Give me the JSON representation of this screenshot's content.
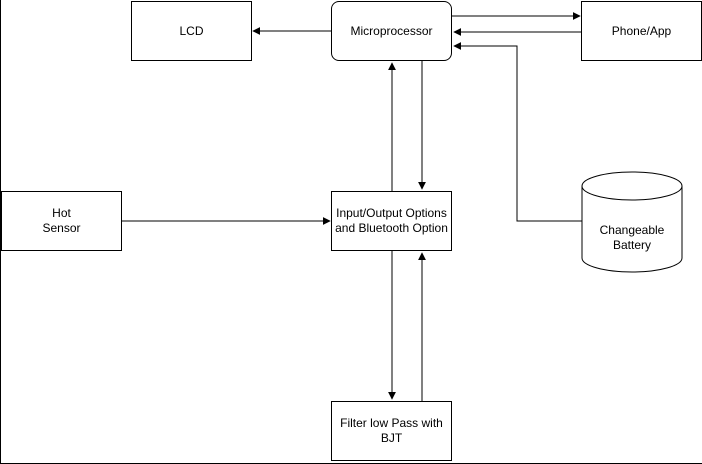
{
  "nodes": {
    "lcd": "LCD",
    "microprocessor": "Microprocessor",
    "phone_app": "Phone/App",
    "hot_sensor": "Hot\nSensor",
    "io_options": "Input/Output Options\nand Bluetooth Option",
    "battery": "Changeable\nBattery",
    "filter": "Filter low Pass with\nBJT"
  },
  "colors": {
    "stroke": "#000000",
    "fill": "#ffffff"
  }
}
